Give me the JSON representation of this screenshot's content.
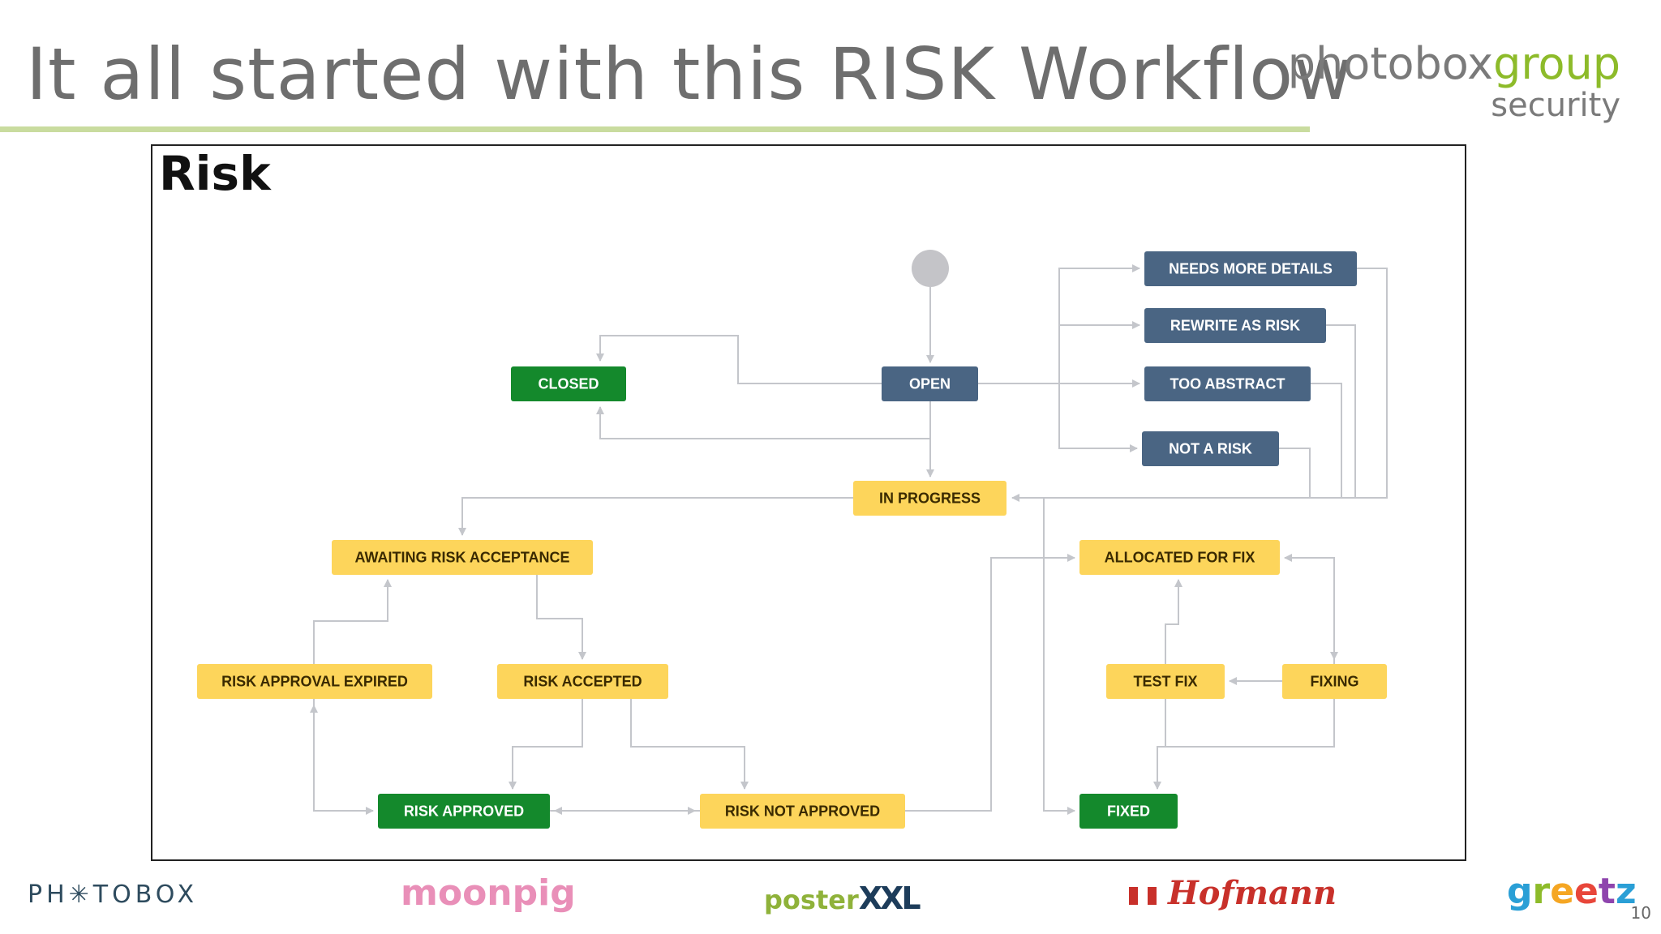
{
  "slide": {
    "title": "It all started with this RISK Workflow",
    "page_number": "10"
  },
  "brand": {
    "name_part1": "photobox",
    "name_part2": "group",
    "subtitle": "security",
    "accent_color": "#8dbb2a"
  },
  "diagram": {
    "title": "Risk",
    "colors": {
      "blue": "#4a6583",
      "yellow": "#fdd55b",
      "green": "#14892c",
      "connector": "#c4c6cb",
      "start": "#c4c4c8"
    },
    "nodes": [
      {
        "id": "closed",
        "label": "CLOSED",
        "color": "green"
      },
      {
        "id": "open",
        "label": "OPEN",
        "color": "blue"
      },
      {
        "id": "needs_more_details",
        "label": "NEEDS MORE DETAILS",
        "color": "blue"
      },
      {
        "id": "rewrite_as_risk",
        "label": "REWRITE AS RISK",
        "color": "blue"
      },
      {
        "id": "too_abstract",
        "label": "TOO ABSTRACT",
        "color": "blue"
      },
      {
        "id": "not_a_risk",
        "label": "NOT A RISK",
        "color": "blue"
      },
      {
        "id": "in_progress",
        "label": "IN PROGRESS",
        "color": "yellow"
      },
      {
        "id": "awaiting_risk_acceptance",
        "label": "AWAITING RISK ACCEPTANCE",
        "color": "yellow"
      },
      {
        "id": "allocated_for_fix",
        "label": "ALLOCATED FOR FIX",
        "color": "yellow"
      },
      {
        "id": "risk_approval_expired",
        "label": "RISK APPROVAL EXPIRED",
        "color": "yellow"
      },
      {
        "id": "risk_accepted",
        "label": "RISK ACCEPTED",
        "color": "yellow"
      },
      {
        "id": "test_fix",
        "label": "TEST FIX",
        "color": "yellow"
      },
      {
        "id": "fixing",
        "label": "FIXING",
        "color": "yellow"
      },
      {
        "id": "risk_approved",
        "label": "RISK APPROVED",
        "color": "green"
      },
      {
        "id": "risk_not_approved",
        "label": "RISK NOT APPROVED",
        "color": "yellow"
      },
      {
        "id": "fixed",
        "label": "FIXED",
        "color": "green"
      }
    ]
  },
  "footer": {
    "logos": {
      "photobox": "PH✳TOBOX",
      "moonpig": "moonpig",
      "poster_part1": "poster",
      "poster_part2": "XXL",
      "hofmann": "Hofmann",
      "greetz": [
        "g",
        "r",
        "e",
        "e",
        "t",
        "z"
      ],
      "greetz_colors": [
        "#2a9fd6",
        "#8dbb2a",
        "#f5a623",
        "#e8463a",
        "#8e44ad",
        "#2a9fd6"
      ]
    }
  }
}
